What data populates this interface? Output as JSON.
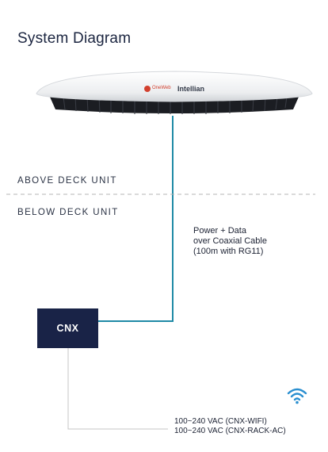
{
  "page": {
    "title": "System Diagram"
  },
  "antenna": {
    "brand_primary": "OneWeb",
    "brand_secondary": "Intellian"
  },
  "deck": {
    "above_label": "ABOVE DECK UNIT",
    "below_label": "BELOW DECK UNIT"
  },
  "cable": {
    "lines": [
      "Power + Data",
      "over Coaxial Cable",
      "(100m with RG11)"
    ]
  },
  "cnx": {
    "label": "CNX"
  },
  "power": {
    "lines": [
      "100~240 VAC (CNX-WIFI)",
      "100~240 VAC (CNX-RACK-AC)"
    ]
  },
  "icons": {
    "wifi": "wifi-icon"
  },
  "colors": {
    "navy": "#192347",
    "coax": "#1f8aa6",
    "power_line": "#bfbfbf",
    "wifi": "#2a8fd0"
  }
}
